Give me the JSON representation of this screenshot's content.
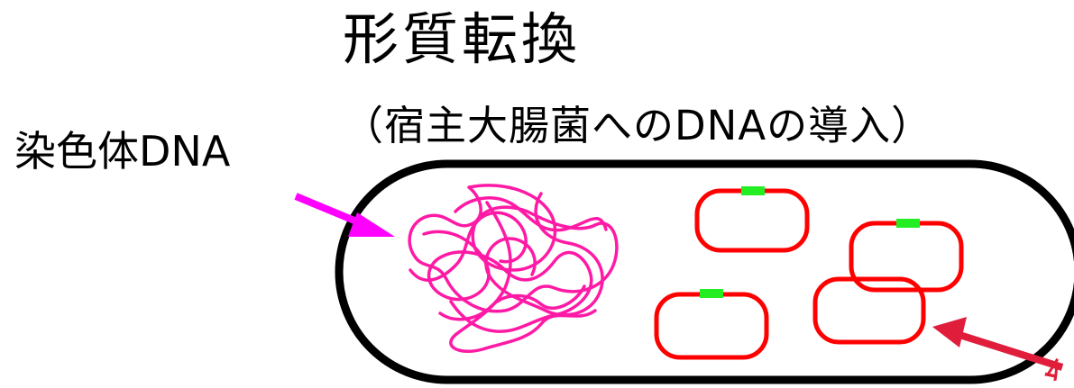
{
  "title": "形質転換",
  "subtitle": "（宿主大腸菌へのDNAの導入）",
  "labels": {
    "chromosome": "染色体DNA",
    "plasmid_partial": "ﾑ"
  },
  "colors": {
    "cell_outline": "#000000",
    "chromosome": "#ff1aa6",
    "chromosome_arrow": "#ff00ff",
    "plasmid": "#ff0000",
    "insert_marker": "#22ee22",
    "plasmid_arrow": "#e01e3c"
  }
}
